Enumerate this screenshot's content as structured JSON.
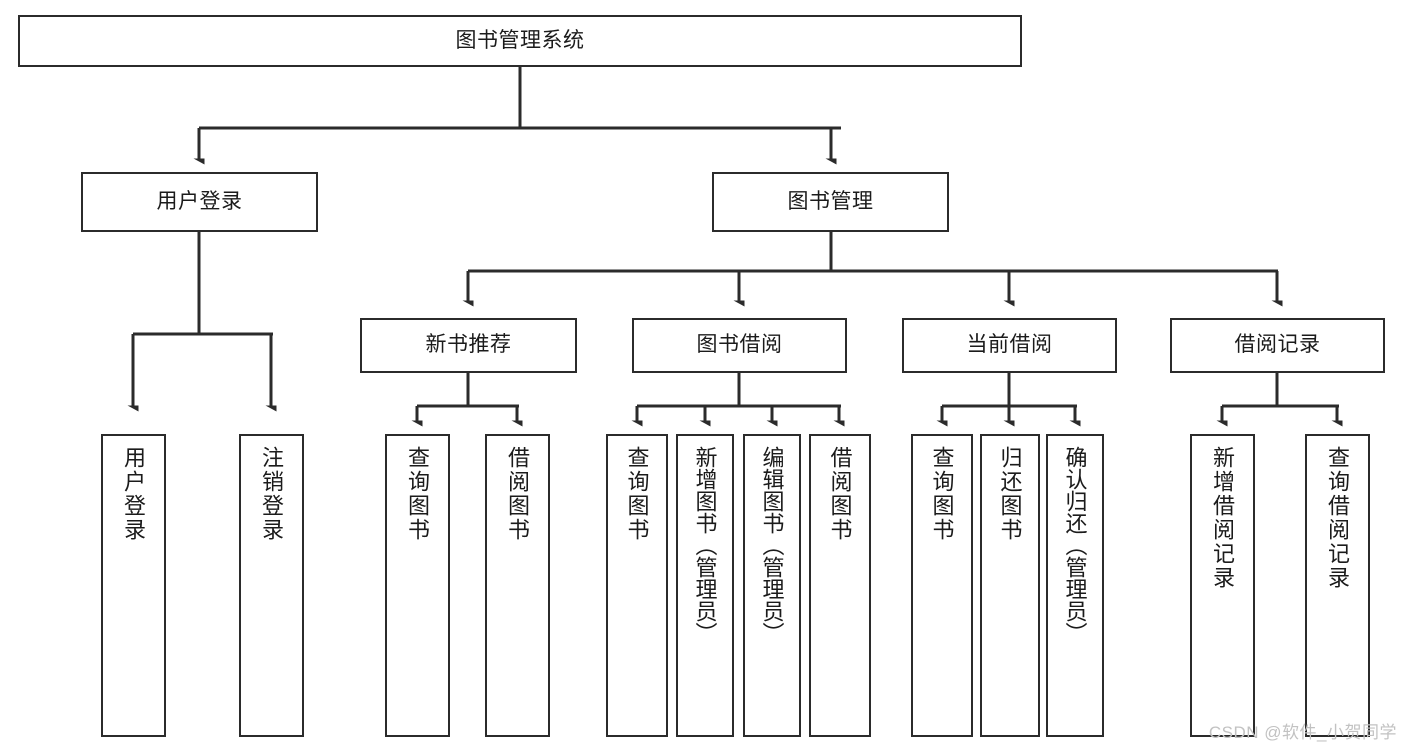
{
  "diagram": {
    "title": "图书管理系统",
    "type": "tree-hierarchy-chart",
    "orientation": "top-down",
    "colors": {
      "box_border": "#2b2b2b",
      "box_fill": "#ffffff",
      "edge": "#2b2b2b",
      "text": "#1b1b1b",
      "watermark": "#c2c2c2",
      "background": "#ffffff"
    }
  },
  "root": {
    "label": "图书管理系统"
  },
  "level2": [
    {
      "label": "用户登录"
    },
    {
      "label": "图书管理"
    }
  ],
  "level3": [
    {
      "label": "新书推荐"
    },
    {
      "label": "图书借阅"
    },
    {
      "label": "当前借阅"
    },
    {
      "label": "借阅记录"
    }
  ],
  "leaves": {
    "user_login": [
      {
        "label": "用户登录"
      },
      {
        "label": "注销登录"
      }
    ],
    "new_book_recommend": [
      {
        "label": "查询图书"
      },
      {
        "label": "借阅图书"
      }
    ],
    "book_borrow": [
      {
        "label": "查询图书"
      },
      {
        "label": "新增图书（管理员）"
      },
      {
        "label": "编辑图书（管理员）"
      },
      {
        "label": "借阅图书"
      }
    ],
    "current_borrow": [
      {
        "label": "查询图书"
      },
      {
        "label": "归还图书"
      },
      {
        "label": "确认归还（管理员）"
      }
    ],
    "borrow_record": [
      {
        "label": "新增借阅记录"
      },
      {
        "label": "查询借阅记录"
      }
    ]
  },
  "watermark": {
    "text": "CSDN @软件_小贺同学"
  }
}
